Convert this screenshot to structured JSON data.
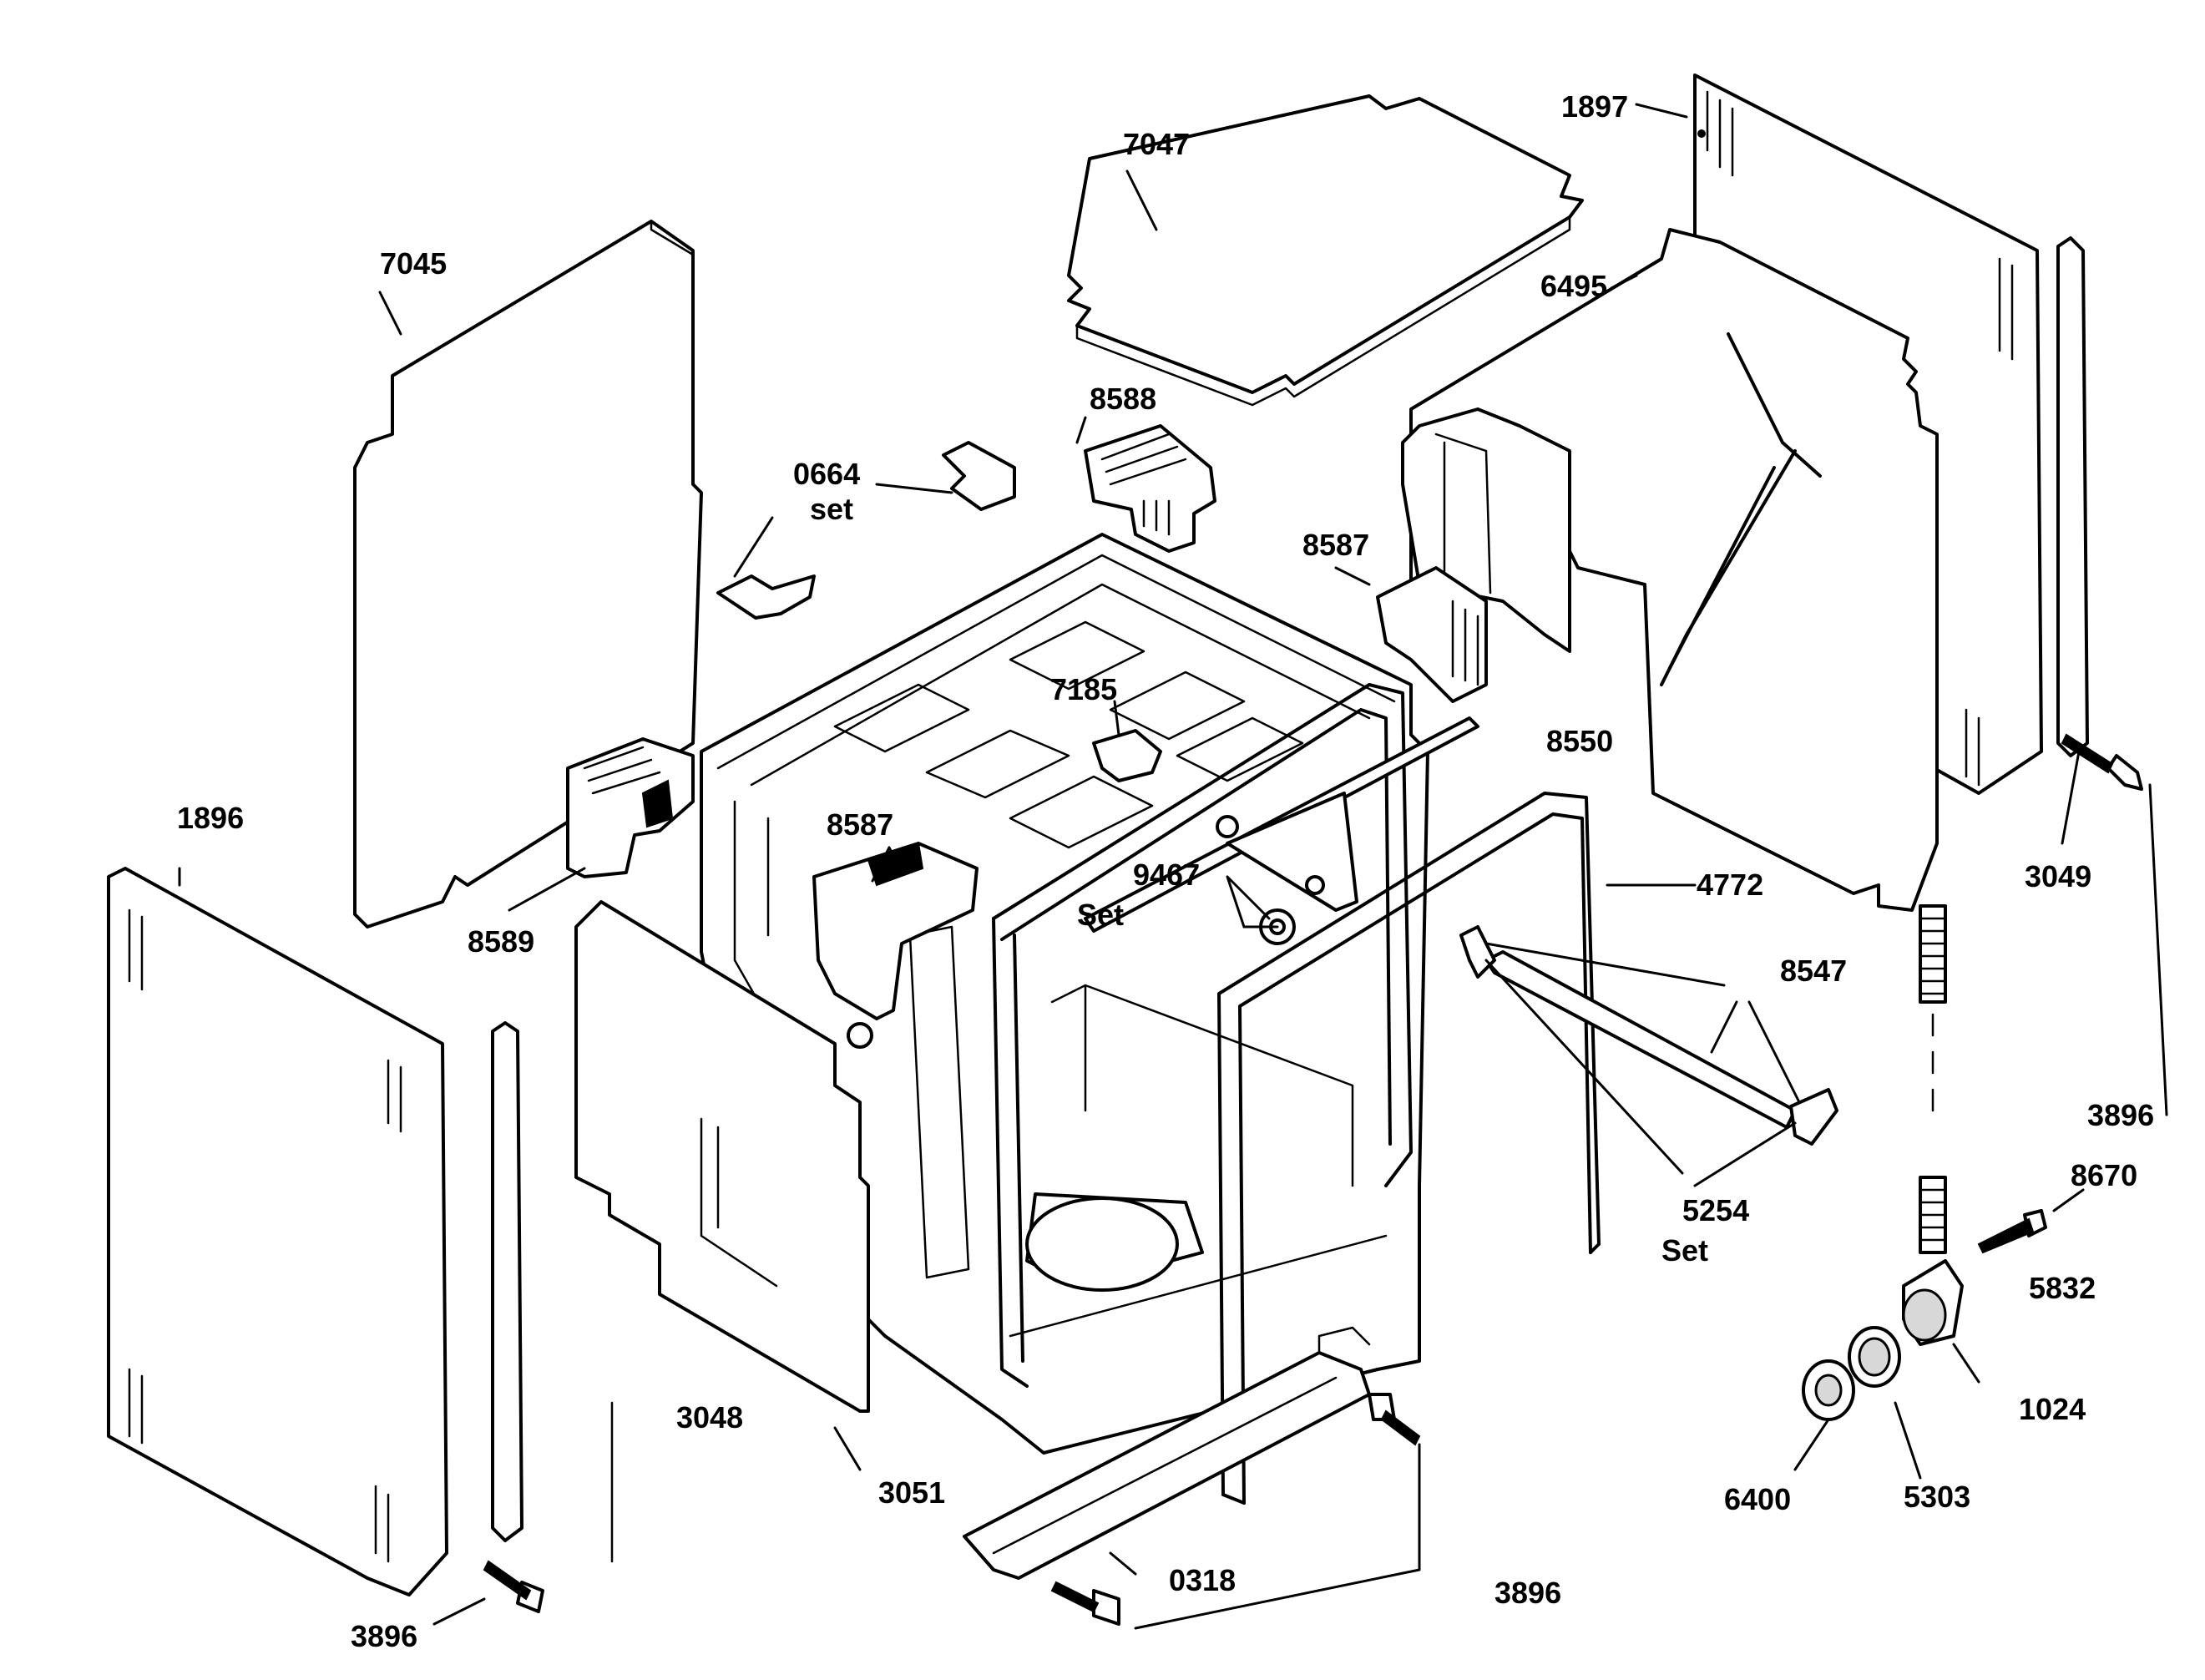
{
  "diagram": {
    "labels": {
      "p7045": "7045",
      "p7047": "7047",
      "p1897": "1897",
      "p6495": "6495",
      "p8588": "8588",
      "p0664": "0664",
      "p0664_set": "set",
      "p8587_right": "8587",
      "p7185": "7185",
      "p8550": "8550",
      "p1896": "1896",
      "p8587_left": "8587",
      "p9467": "9467",
      "p9467_set": "Set",
      "p4772": "4772",
      "p3049": "3049",
      "p8589": "8589",
      "p8547": "8547",
      "p3896_right": "3896",
      "p8670": "8670",
      "p5254": "5254",
      "p5254_set": "Set",
      "p5832": "5832",
      "p1024": "1024",
      "p3048": "3048",
      "p3051": "3051",
      "p6400": "6400",
      "p5303": "5303",
      "p0318": "0318",
      "p3896_bottom": "3896",
      "p3896_left": "3896"
    }
  }
}
